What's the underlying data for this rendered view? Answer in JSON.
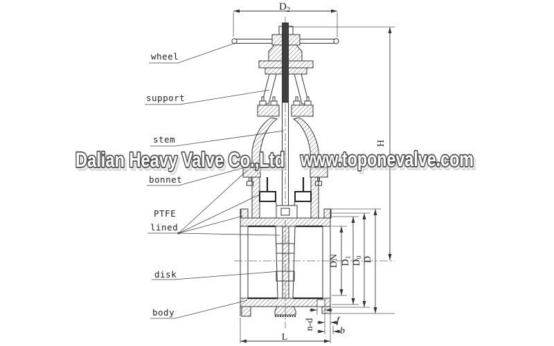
{
  "drawing": {
    "type": "gate-valve-sectional-drawing",
    "part_labels": {
      "wheel": "wheel",
      "support": "support",
      "stem": "stem",
      "bonnet": "bonnet",
      "ptfe_line1": "PTFE",
      "ptfe_line2": "lined",
      "disk": "disk",
      "body": "body"
    },
    "dimensions": {
      "d2": {
        "base": "D",
        "sub": "2"
      },
      "h": "H",
      "dn": "DN",
      "d1": {
        "base": "D",
        "sub": "1"
      },
      "d0": {
        "base": "D",
        "sub": "0"
      },
      "d": "D",
      "nd": "n-d",
      "f": "f",
      "b": "b",
      "l": "L"
    }
  },
  "watermark": {
    "company": "Dalian Heavy Valve Co.,Ltd",
    "website": "www.toponevalve.com",
    "fill": "#ffffff",
    "outline": "#4b4b4b",
    "shadow": "#b5b5b5"
  },
  "colors": {
    "line": "#333333",
    "hatch": "#555555",
    "background": "#ffffff"
  }
}
